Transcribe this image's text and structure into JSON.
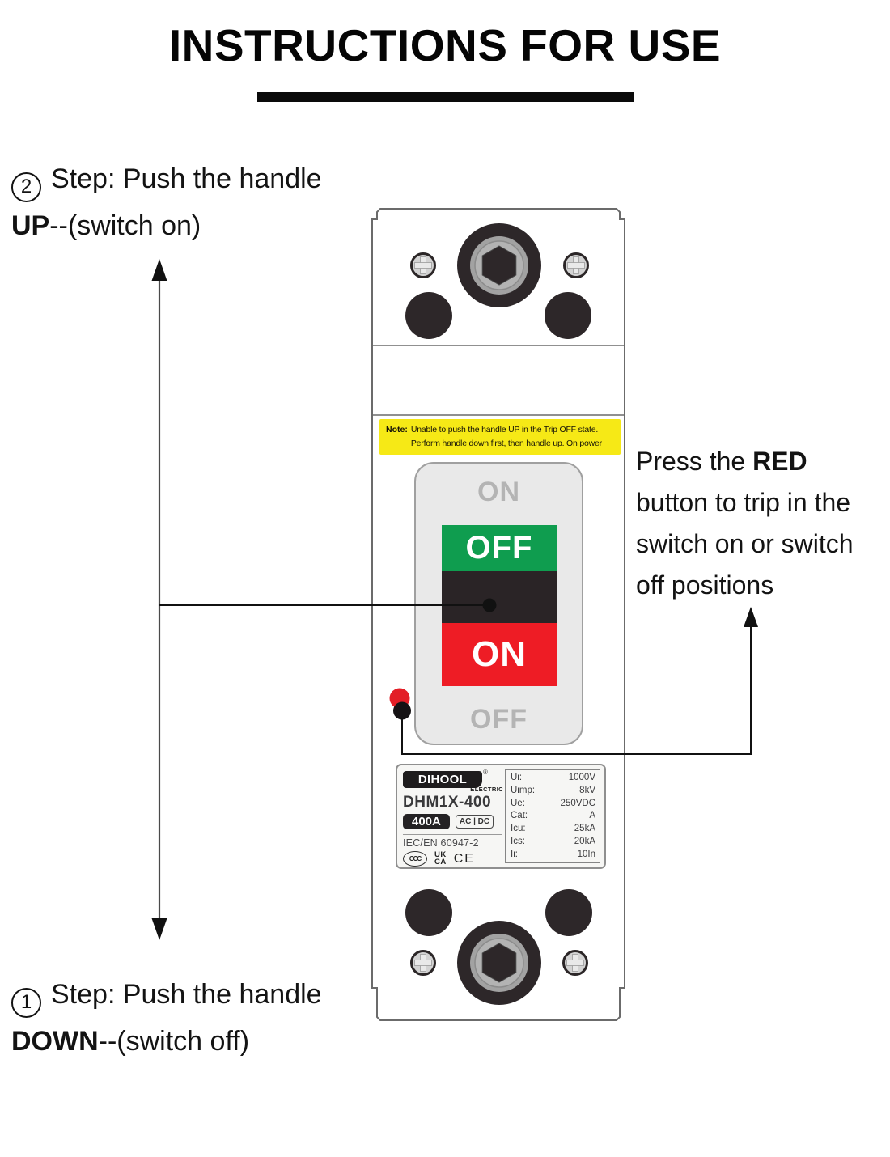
{
  "title": "INSTRUCTIONS FOR USE",
  "steps": {
    "step2": {
      "number": "2",
      "line1": "Step: Push the handle",
      "bold": "UP",
      "rest": "--(switch on)"
    },
    "step1": {
      "number": "1",
      "line1": "Step: Push the handle",
      "bold": "DOWN",
      "rest": "--(switch off)"
    }
  },
  "press_note": {
    "line1_pre": "Press the ",
    "line1_bold": "RED",
    "line2": "button to trip in the",
    "line3": "switch on or switch",
    "line4": "off positions"
  },
  "note": {
    "label": "Note:",
    "line1": "Unable to push the handle UP in the Trip OFF state.",
    "line2": "Perform handle down first, then handle up. On power"
  },
  "breaker": {
    "handle": {
      "top_label": "ON",
      "green_label": "OFF",
      "red_label": "ON",
      "bottom_label": "OFF"
    },
    "label": {
      "brand": "DIHOOL",
      "registered": "®",
      "brand_sub": "ELECTRIC",
      "model": "DHM1X-400",
      "rating": "400A",
      "current_type": "AC | DC",
      "standard": "IEC/EN 60947-2",
      "marks": {
        "ccc": "CCC",
        "ukca_top": "UK",
        "ukca_bottom": "CA",
        "ce": "CE"
      },
      "specs": [
        {
          "k": "Ui:",
          "v": "1000V"
        },
        {
          "k": "Uimp:",
          "v": "8kV"
        },
        {
          "k": "Ue:",
          "v": "250VDC"
        },
        {
          "k": "Cat:",
          "v": "A"
        },
        {
          "k": "Icu:",
          "v": "25kA"
        },
        {
          "k": "Ics:",
          "v": "20kA"
        },
        {
          "k": "Ii:",
          "v": "10In"
        }
      ]
    }
  },
  "colors": {
    "handle_green": "#0f9d4f",
    "handle_red": "#ee1c25",
    "handle_black": "#2a2426",
    "note_yellow": "#f6e916",
    "housing_gray": "#e9e9e9",
    "terminal_dark": "#2d2729",
    "position_text_gray": "#b4b4b4"
  }
}
